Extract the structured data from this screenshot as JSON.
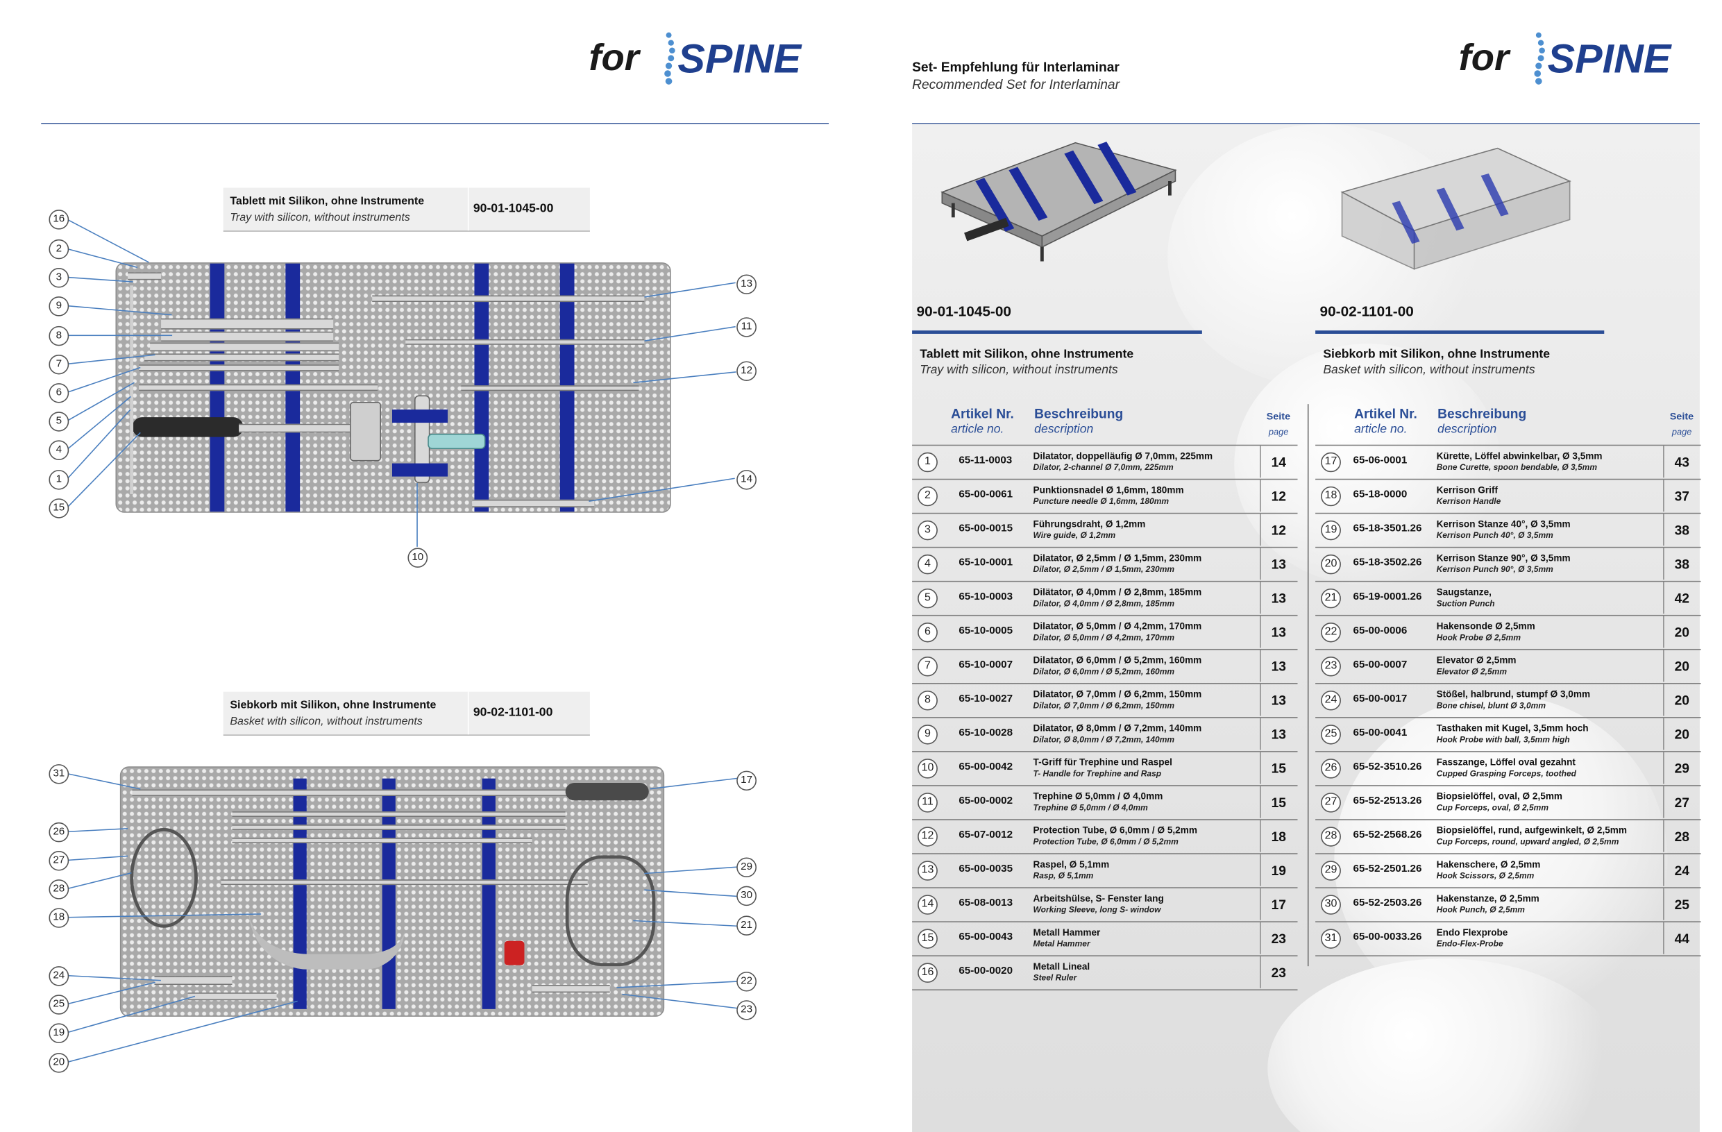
{
  "brand": {
    "prefix": "for",
    "name": "SPINE"
  },
  "header": {
    "title_de": "Set- Empfehlung für Interlaminar",
    "title_en": "Recommended Set for Interlaminar"
  },
  "tray1": {
    "title_de": "Tablett mit Silikon, ohne Instrumente",
    "title_en": "Tray with silicon, without instruments",
    "number": "90-01-1045-00",
    "callouts_left": [
      "16",
      "2",
      "3",
      "9",
      "8",
      "7",
      "6",
      "5",
      "4",
      "1",
      "15"
    ],
    "callouts_right": [
      "13",
      "11",
      "12",
      "14"
    ],
    "callout_bottom": "10"
  },
  "tray2": {
    "title_de": "Siebkorb mit Silikon, ohne Instrumente",
    "title_en": "Basket with silicon, without instruments",
    "number": "90-02-1101-00",
    "callouts_left": [
      "31",
      "26",
      "27",
      "28",
      "18",
      "24",
      "25",
      "19",
      "20"
    ],
    "callouts_right": [
      "17",
      "29",
      "30",
      "21",
      "22",
      "23"
    ]
  },
  "products": {
    "left": {
      "number": "90-01-1045-00",
      "title_de": "Tablett mit Silikon, ohne Instrumente",
      "title_en": "Tray with silicon, without instruments"
    },
    "right": {
      "number": "90-02-1101-00",
      "title_de": "Siebkorb mit Silikon, ohne Instrumente",
      "title_en": "Basket with silicon, without instruments"
    }
  },
  "columns": {
    "artikel": "Artikel Nr.",
    "article": "article no.",
    "beschreibung": "Beschreibung",
    "description": "description",
    "seite": "Seite",
    "page": "page"
  },
  "table_left": [
    {
      "n": "1",
      "art": "65-11-0003",
      "de": "Dilatator, doppelläufig Ø 7,0mm, 225mm",
      "en": "Dilator, 2-channel Ø 7,0mm, 225mm",
      "pg": "14"
    },
    {
      "n": "2",
      "art": "65-00-0061",
      "de": "Punktionsnadel Ø 1,6mm, 180mm",
      "en": "Puncture needle Ø 1,6mm, 180mm",
      "pg": "12"
    },
    {
      "n": "3",
      "art": "65-00-0015",
      "de": "Führungsdraht, Ø 1,2mm",
      "en": "Wire guide, Ø 1,2mm",
      "pg": "12"
    },
    {
      "n": "4",
      "art": "65-10-0001",
      "de": "Dilatator, Ø 2,5mm / Ø 1,5mm, 230mm",
      "en": "Dilator, Ø 2,5mm / Ø 1,5mm, 230mm",
      "pg": "13"
    },
    {
      "n": "5",
      "art": "65-10-0003",
      "de": "Dilätator, Ø 4,0mm / Ø 2,8mm, 185mm",
      "en": "Dilator, Ø 4,0mm / Ø 2,8mm, 185mm",
      "pg": "13"
    },
    {
      "n": "6",
      "art": "65-10-0005",
      "de": "Dilatator, Ø 5,0mm / Ø 4,2mm, 170mm",
      "en": "Dilator, Ø 5,0mm / Ø 4,2mm, 170mm",
      "pg": "13"
    },
    {
      "n": "7",
      "art": "65-10-0007",
      "de": "Dilatator, Ø 6,0mm / Ø 5,2mm, 160mm",
      "en": "Dilator, Ø 6,0mm / Ø 5,2mm, 160mm",
      "pg": "13"
    },
    {
      "n": "8",
      "art": "65-10-0027",
      "de": "Dilatator, Ø 7,0mm / Ø 6,2mm, 150mm",
      "en": "Dilator, Ø 7,0mm / Ø 6,2mm, 150mm",
      "pg": "13"
    },
    {
      "n": "9",
      "art": "65-10-0028",
      "de": "Dilatator, Ø 8,0mm / Ø 7,2mm, 140mm",
      "en": "Dilator, Ø 8,0mm / Ø 7,2mm, 140mm",
      "pg": "13"
    },
    {
      "n": "10",
      "art": "65-00-0042",
      "de": "T-Griff für Trephine und Raspel",
      "en": "T- Handle for Trephine and Rasp",
      "pg": "15"
    },
    {
      "n": "11",
      "art": "65-00-0002",
      "de": "Trephine Ø 5,0mm / Ø 4,0mm",
      "en": "Trephine Ø 5,0mm / Ø 4,0mm",
      "pg": "15"
    },
    {
      "n": "12",
      "art": "65-07-0012",
      "de": "Protection Tube, Ø 6,0mm / Ø 5,2mm",
      "en": "Protection Tube, Ø 6,0mm / Ø 5,2mm",
      "pg": "18"
    },
    {
      "n": "13",
      "art": "65-00-0035",
      "de": "Raspel, Ø 5,1mm",
      "en": "Rasp, Ø 5,1mm",
      "pg": "19"
    },
    {
      "n": "14",
      "art": "65-08-0013",
      "de": "Arbeitshülse, S- Fenster lang",
      "en": "Working Sleeve, long S- window",
      "pg": "17"
    },
    {
      "n": "15",
      "art": "65-00-0043",
      "de": "Metall Hammer",
      "en": "Metal Hammer",
      "pg": "23"
    },
    {
      "n": "16",
      "art": "65-00-0020",
      "de": "Metall Lineal",
      "en": "Steel Ruler",
      "pg": "23"
    }
  ],
  "table_right": [
    {
      "n": "17",
      "art": "65-06-0001",
      "de": "Kürette, Löffel abwinkelbar, Ø 3,5mm",
      "en": "Bone Curette, spoon bendable, Ø 3,5mm",
      "pg": "43"
    },
    {
      "n": "18",
      "art": "65-18-0000",
      "de": "Kerrison Griff",
      "en": "Kerrison Handle",
      "pg": "37"
    },
    {
      "n": "19",
      "art": "65-18-3501.26",
      "de": "Kerrison Stanze 40°, Ø 3,5mm",
      "en": "Kerrison Punch 40°, Ø 3,5mm",
      "pg": "38"
    },
    {
      "n": "20",
      "art": "65-18-3502.26",
      "de": "Kerrison Stanze 90°, Ø 3,5mm",
      "en": "Kerrison Punch 90°, Ø 3,5mm",
      "pg": "38"
    },
    {
      "n": "21",
      "art": "65-19-0001.26",
      "de": "Saugstanze,",
      "en": "Suction Punch",
      "pg": "42"
    },
    {
      "n": "22",
      "art": "65-00-0006",
      "de": "Hakensonde Ø 2,5mm",
      "en": "Hook Probe Ø 2,5mm",
      "pg": "20"
    },
    {
      "n": "23",
      "art": "65-00-0007",
      "de": "Elevator Ø 2,5mm",
      "en": "Elevator Ø 2,5mm",
      "pg": "20"
    },
    {
      "n": "24",
      "art": "65-00-0017",
      "de": "Stößel, halbrund, stumpf Ø 3,0mm",
      "en": "Bone chisel, blunt Ø 3,0mm",
      "pg": "20"
    },
    {
      "n": "25",
      "art": "65-00-0041",
      "de": "Tasthaken mit Kugel, 3,5mm hoch",
      "en": "Hook Probe with ball, 3,5mm high",
      "pg": "20"
    },
    {
      "n": "26",
      "art": "65-52-3510.26",
      "de": "Fasszange, Löffel oval gezahnt",
      "en": "Cupped Grasping Forceps, toothed",
      "pg": "29"
    },
    {
      "n": "27",
      "art": "65-52-2513.26",
      "de": "Biopsielöffel, oval, Ø 2,5mm",
      "en": "Cup Forceps, oval, Ø 2,5mm",
      "pg": "27"
    },
    {
      "n": "28",
      "art": "65-52-2568.26",
      "de": "Biopsielöffel, rund, aufgewinkelt, Ø 2,5mm",
      "en": "Cup Forceps, round, upward angled, Ø 2,5mm",
      "pg": "28"
    },
    {
      "n": "29",
      "art": "65-52-2501.26",
      "de": "Hakenschere, Ø 2,5mm",
      "en": "Hook Scissors, Ø 2,5mm",
      "pg": "24"
    },
    {
      "n": "30",
      "art": "65-52-2503.26",
      "de": "Hakenstanze, Ø 2,5mm",
      "en": "Hook Punch, Ø 2,5mm",
      "pg": "25"
    },
    {
      "n": "31",
      "art": "65-00-0033.26",
      "de": "Endo Flexprobe",
      "en": "Endo-Flex-Probe",
      "pg": "44"
    }
  ]
}
